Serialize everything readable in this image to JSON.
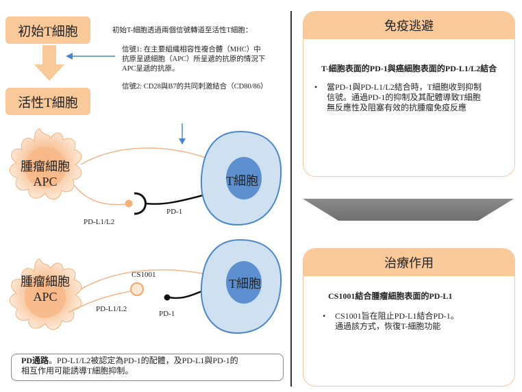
{
  "left": {
    "naive_box": "初始T細胞",
    "active_box": "活性T細胞",
    "intro": "初始T-細胞透過兩個信號轉道至活性T細胞：",
    "signal1_lines": [
      "信號1: 在主要組織相容性複合體（MHC）中",
      "抗原呈遞細胞（APC）所呈遞的抗原的情況下",
      "APC呈遞的抗原。"
    ],
    "signal2": "信號2: CD28與B7的共同刺激結合（CD80/86）",
    "diagram1": {
      "apc_line1": "腫瘤細胞",
      "apc_line2": "APC",
      "tcell": "T細胞",
      "ligand": "PD-L1/L2",
      "receptor": "PD-1"
    },
    "diagram2": {
      "apc_line1": "腫瘤細胞",
      "apc_line2": "APC",
      "tcell": "T細胞",
      "ligand": "PD-L1/L2",
      "receptor": "PD-1",
      "drug": "CS1001"
    },
    "footnote_bold": "PD通路",
    "footnote_text": "。PD-L1/L2被認定為PD-1的配體，及PD-L1與PD-1的",
    "footnote_line2": "相互作用可能誘導T細胞抑制。"
  },
  "right": {
    "panel1": {
      "title": "免疫逃避",
      "subtitle": "T-細胞表面的PD-1與癌細胞表面的PD-L1/L2結合",
      "bullet": "當PD-1與PD-L1/L2結合時，T細胞收到抑制\n信號。通過PD-1的抑制及其配體導致T細胞\n無反應性及阻塞有效的抗腫瘤免疫反應"
    },
    "panel2": {
      "title": "治療作用",
      "subtitle": "CS1001結合腫瘤細胞表面的PD-L1",
      "bullet": "CS1001旨在阻止PD-L1結合PD-1。\n通過該方式，恢復T-細胞功能"
    },
    "bullet_symbol": "•"
  },
  "colors": {
    "orange": "#f9c99a",
    "tcell_outer": "#cfe0f1",
    "tcell_inner": "#5b8fd0",
    "arrow_blue": "#4a86c8"
  }
}
